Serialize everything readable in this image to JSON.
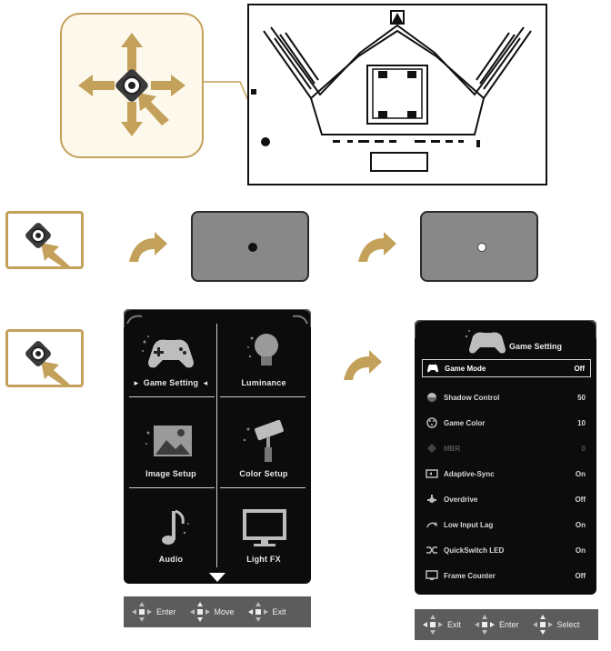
{
  "menu": {
    "items": [
      {
        "label": "Game Setting"
      },
      {
        "label": "Luminance"
      },
      {
        "label": "Image Setup"
      },
      {
        "label": "Color Setup"
      },
      {
        "label": "Audio"
      },
      {
        "label": "Light FX"
      }
    ],
    "selected_marker_left": "▸",
    "selected_marker_right": "◂"
  },
  "legend_main": {
    "items": [
      {
        "label": "Enter"
      },
      {
        "label": "Move"
      },
      {
        "label": "Exit"
      }
    ]
  },
  "submenu": {
    "title": "Game Setting",
    "rows": [
      {
        "label": "Game Mode",
        "value": "Off",
        "icon": "gamepad-icon"
      },
      {
        "label": "Shadow Control",
        "value": "50",
        "icon": "shadow-icon"
      },
      {
        "label": "Game Color",
        "value": "10",
        "icon": "palette-icon"
      },
      {
        "label": "MBR",
        "value": "0",
        "icon": "mbr-icon"
      },
      {
        "label": "Adaptive-Sync",
        "value": "On",
        "icon": "adaptive-sync-icon"
      },
      {
        "label": "Overdrive",
        "value": "Off",
        "icon": "overdrive-icon"
      },
      {
        "label": "Low Input Lag",
        "value": "On",
        "icon": "low-lag-icon"
      },
      {
        "label": "QuickSwitch LED",
        "value": "On",
        "icon": "quickswitch-icon"
      },
      {
        "label": "Frame Counter",
        "value": "Off",
        "icon": "frame-counter-icon"
      }
    ]
  },
  "legend_sub": {
    "items": [
      {
        "label": "Exit"
      },
      {
        "label": "Enter"
      },
      {
        "label": "Select"
      }
    ]
  },
  "colors": {
    "accent_gold": "#c4a15a",
    "osd_bg": "#0c0c0c",
    "screen_grey": "#888888",
    "legend_bg": "#5c5c5c"
  }
}
